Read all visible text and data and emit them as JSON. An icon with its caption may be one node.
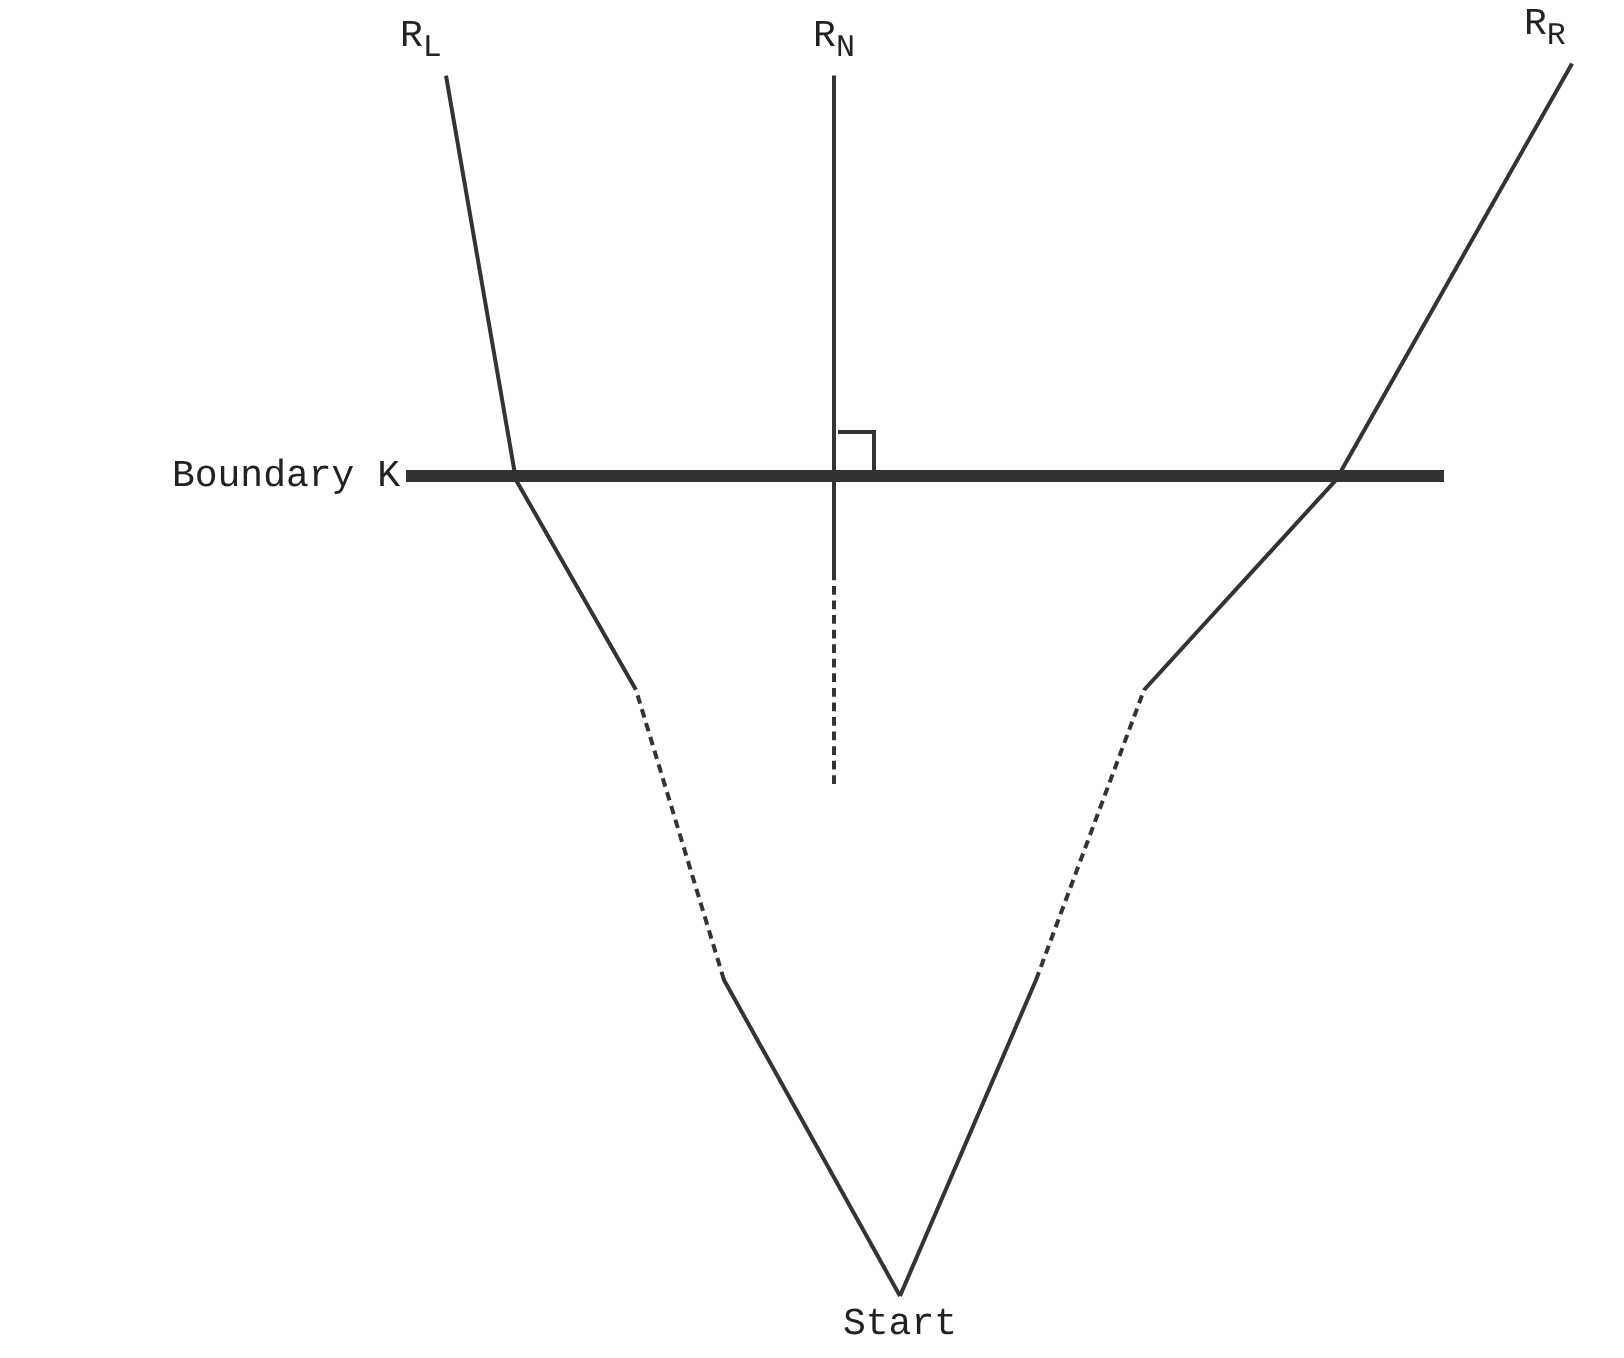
{
  "diagram": {
    "nodes": [
      {
        "text": [
          "R$_{L}$"
        ]
      },
      {
        "text": [
          "R$_{N}$"
        ]
      },
      {
        "text": [
          "R$_{R}$"
        ]
      },
      {
        "text": [
          "Boundary K"
        ]
      },
      {
        "text": [
          "Start"
        ]
      }
    ],
    "edges": [
      {
        "from": 4,
        "to": 0,
        "arrow": "none",
        "style": "dashed"
      },
      {
        "from": 4,
        "to": 2,
        "arrow": "none",
        "style": "dashed"
      },
      {
        "from": null,
        "to": 1,
        "arrow": "none",
        "style": "dashed"
      },
      {
        "from": 3,
        "to": null,
        "arrow": "none",
        "style": "thick"
      }
    ]
  }
}
